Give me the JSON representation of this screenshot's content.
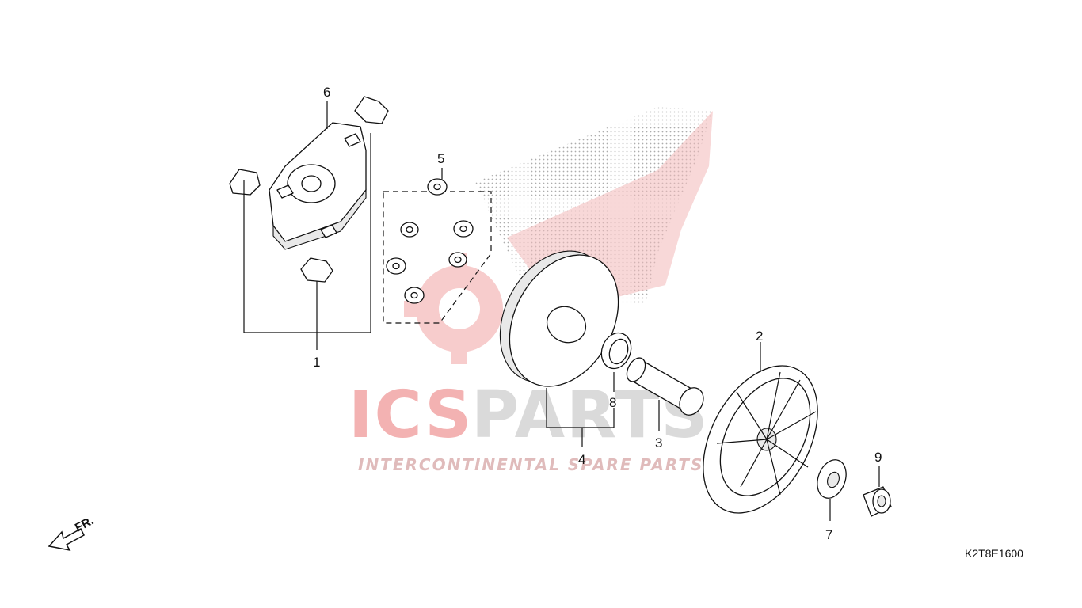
{
  "callouts": {
    "c1": "1",
    "c2": "2",
    "c3": "3",
    "c4": "4",
    "c5": "5",
    "c6": "6",
    "c7": "7",
    "c8": "8",
    "c9": "9"
  },
  "direction_label": "FR.",
  "diagram_code": "K2T8E1600",
  "watermark": {
    "brand_ics": "ICS",
    "brand_parts": "PARTS",
    "tagline": "INTERCONTINENTAL SPARE PARTS"
  },
  "colors": {
    "watermark_red": "#e86a6a",
    "watermark_grey": "#c8c8c8",
    "line": "#111111"
  }
}
